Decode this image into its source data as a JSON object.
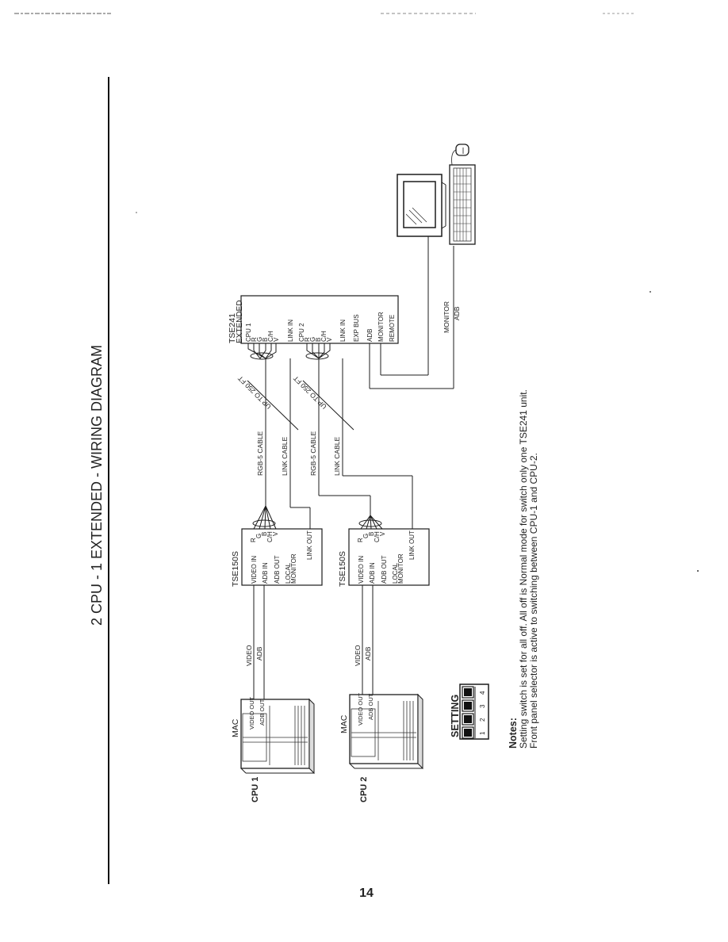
{
  "page": {
    "title": "2 CPU - 1 EXTENDED - WIRING DIAGRAM",
    "page_number": "14"
  },
  "tse241": {
    "title": "TSE241",
    "subtitle": "EXTENDED",
    "ports": [
      "CPU 1",
      "R",
      "G",
      "B",
      "C/H",
      "V",
      "LINK IN",
      "CPU 2",
      "R",
      "G",
      "B",
      "C/H",
      "V",
      "LINK IN",
      "EXP BUS",
      "ADB",
      "MONITOR",
      "REMOTE"
    ]
  },
  "cables": {
    "monitor": "MONITOR",
    "adb": "ADB",
    "rgb_cable": "RGB-5 CABLE",
    "link_cable": "LINK CABLE",
    "distance": "UP TO 250 FT"
  },
  "tse150s_1": {
    "title": "TSE150S",
    "ports": [
      "VIDEO IN",
      "ADB IN",
      "ADB OUT",
      "LOCAL",
      "MONITOR",
      "LINK OUT"
    ],
    "rgb_ports": [
      "R",
      "G",
      "B",
      "C/H",
      "V"
    ]
  },
  "tse150s_2": {
    "title": "TSE150S",
    "ports": [
      "VIDEO IN",
      "ADB IN",
      "ADB OUT",
      "LOCAL",
      "MONITOR",
      "LINK OUT"
    ],
    "rgb_ports": [
      "R",
      "G",
      "B",
      "C/H",
      "V"
    ]
  },
  "mac_cables": {
    "video": "VIDEO",
    "adb": "ADB"
  },
  "cpu1": {
    "label": "CPU 1",
    "mac": "MAC",
    "video_out": "VIDEO OUT",
    "adb_out": "ADB OUT"
  },
  "cpu2": {
    "label": "CPU 2",
    "mac": "MAC",
    "video_out": "VIDEO OUT",
    "adb_out": "ADB OUT"
  },
  "setting": {
    "label": "SETTING",
    "switch_numbers": [
      "1",
      "2",
      "3",
      "4"
    ]
  },
  "notes": {
    "heading": "Notes:",
    "line1": "Setting switch is set for all off. All off is Normal mode for switch only one TSE241 unit.",
    "line2": "Front panel selector is active to switching between CPU-1 and CPU-2."
  }
}
